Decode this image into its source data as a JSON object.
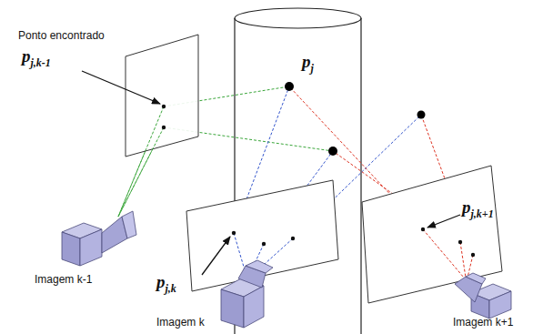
{
  "diagram": {
    "labels": [
      "Ponto encontrado",
      "pj,k-1",
      "pj",
      "pj,k",
      "pj,k+1",
      "Imagem k-1",
      "Imagem k",
      "Imagem k+1"
    ]
  }
}
